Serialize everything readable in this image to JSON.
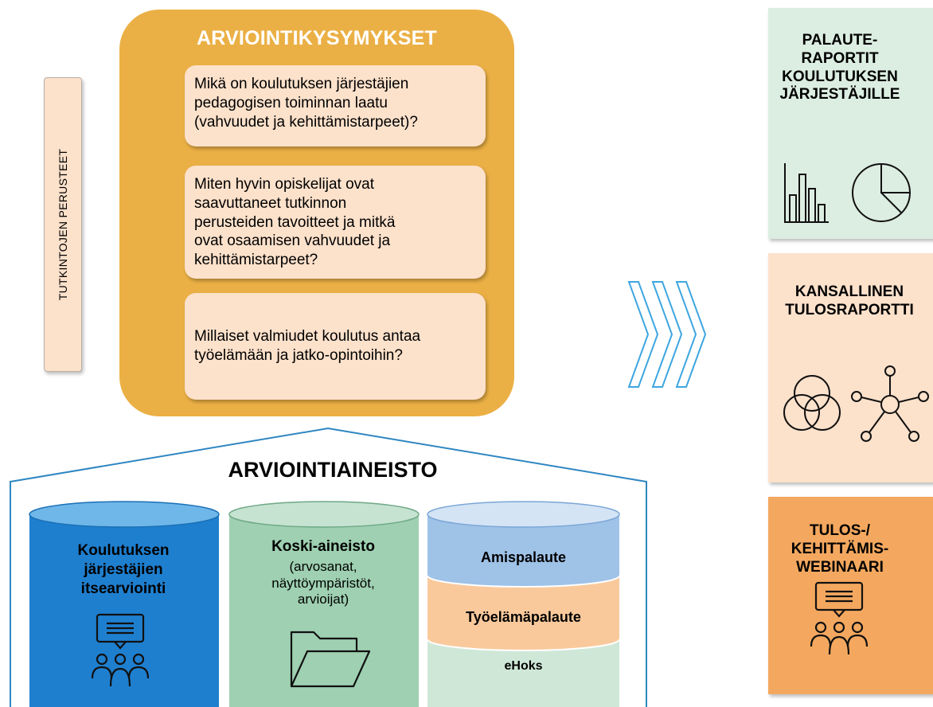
{
  "side_label": "TUTKINTOJEN PERUSTEET",
  "questions": {
    "title": "ARVIOINTIKYSYMYKSET",
    "items": [
      "Mikä on koulutuksen järjestäjien\npedagogisen toiminnan laatu\n(vahvuudet ja kehittämistarpeet)?",
      "Miten hyvin opiskelijat ovat\nsaavuttaneet tutkinnon\nperusteiden tavoitteet ja mitkä\novat osaamisen vahvuudet ja\nkehittämistarpeet?",
      "Millaiset valmiudet koulutus antaa\ntyöelämään ja jatko-opintoihin?"
    ]
  },
  "data_section": {
    "title": "ARVIOINTIAINEISTO",
    "cylinders": [
      {
        "title": "Koulutuksen\njärjestäjien\nitsearviointi",
        "icon": "presentation-people-icon"
      },
      {
        "title": "Koski-aineisto",
        "subtitle": "(arvosanat,\nnäyttöympäristöt,\narvioijat)",
        "icon": "folder-icon"
      },
      {
        "layers": [
          "Amispalaute",
          "Työelämäpalaute",
          "eHoks"
        ]
      }
    ]
  },
  "outputs": [
    {
      "title": "PALAUTE-\nRAPORTIT\nKOULUTUKSEN\nJÄRJESTÄJILLE",
      "icons": [
        "bar-chart-icon",
        "pie-chart-icon"
      ],
      "color": "#dcede1"
    },
    {
      "title": "KANSALLINEN\nTULOSRAPORTTI",
      "icons": [
        "venn-diagram-icon",
        "network-icon"
      ],
      "color": "#fce1cb"
    },
    {
      "title": "TULOS-/\nKEHITTÄMIS-\nWEBINAARI",
      "icons": [
        "presentation-people-icon"
      ],
      "color": "#f4a85f"
    }
  ],
  "colors": {
    "orange_box": "#ebb045",
    "peach": "#fce1cb",
    "blue_cylinder": "#1f7fcf",
    "green_cylinder": "#9ed0b1",
    "chevron_blue": "#3ea6e0"
  }
}
